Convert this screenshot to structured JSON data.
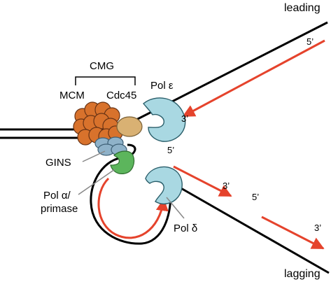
{
  "labels": {
    "leading": "leading",
    "lagging": "lagging",
    "cmg": "CMG",
    "mcm": "MCM",
    "cdc45": "Cdc45",
    "pol_epsilon": "Pol ε",
    "gins": "GINS",
    "pol_alpha_line1": "Pol α/",
    "pol_alpha_line2": "primase",
    "pol_delta": "Pol δ",
    "leading_five_prime": "5’",
    "leading_three_prime": "3’",
    "lagging_five_prime_upper": "5’",
    "lagging_three_prime_a": "3’",
    "lagging_five_prime_b": "5’",
    "lagging_three_prime_b": "3’"
  },
  "colors": {
    "dna": "#000000",
    "new_strand": "#e5432c",
    "mcm": "#d8722c",
    "cdc45": "#d9b173",
    "gins": "#8fb2c9",
    "pol_alpha": "#5cb55c",
    "polymerase": "#a9d8e2",
    "primer": "#3d4fb0",
    "pointer_line": "#888888"
  }
}
